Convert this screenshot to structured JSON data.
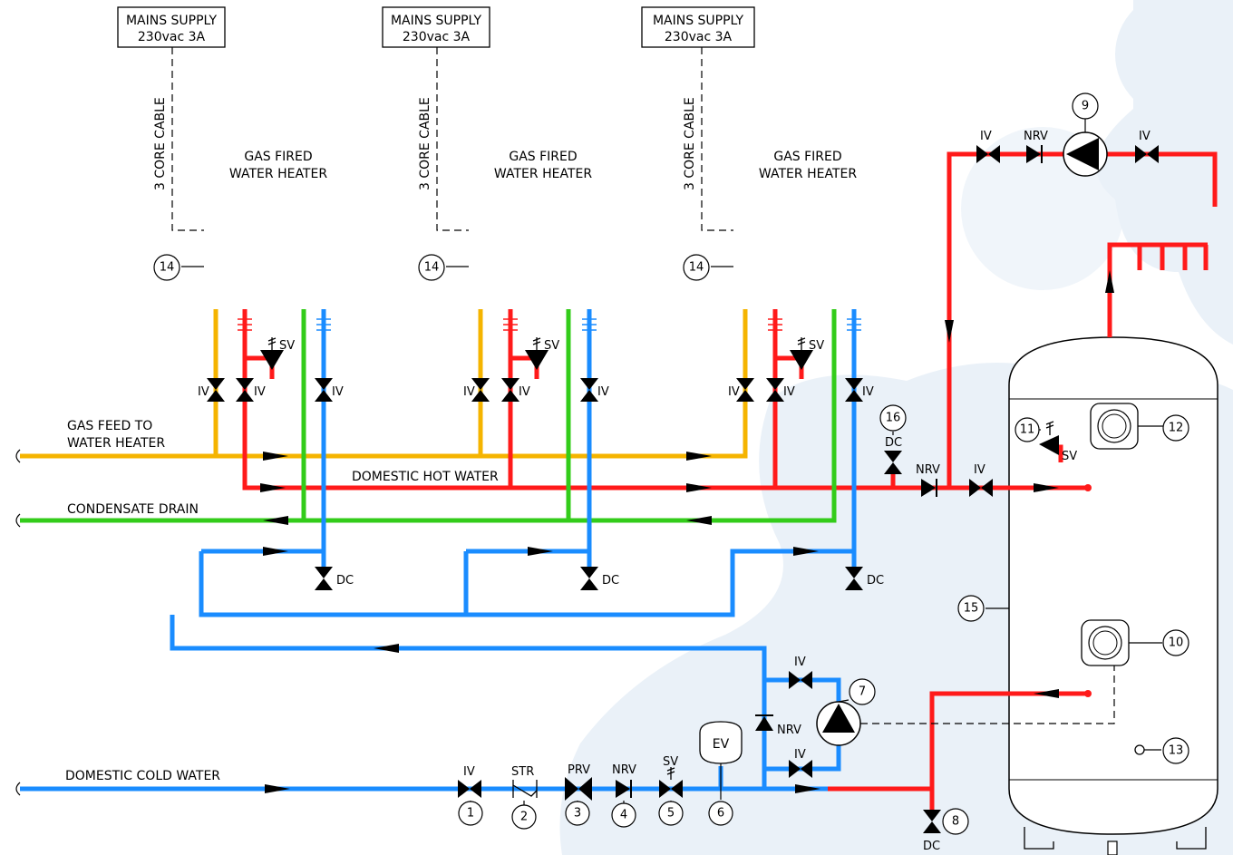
{
  "colors": {
    "gas": "#f5b400",
    "hot": "#ff1a1a",
    "cold": "#1a8cff",
    "drain": "#33cc1a",
    "bg_shape": "#eaf1f8",
    "line": "#000000"
  },
  "heaters": [
    {
      "supply_line1": "MAINS SUPPLY",
      "supply_line2": "230vac  3A",
      "cable": "3 CORE CABLE",
      "title1": "GAS  FIRED",
      "title2": "WATER  HEATER",
      "tag": "14"
    },
    {
      "supply_line1": "MAINS SUPPLY",
      "supply_line2": "230vac  3A",
      "cable": "3 CORE CABLE",
      "title1": "GAS  FIRED",
      "title2": "WATER  HEATER",
      "tag": "14"
    },
    {
      "supply_line1": "MAINS SUPPLY",
      "supply_line2": "230vac  3A",
      "cable": "3 CORE CABLE",
      "title1": "GAS  FIRED",
      "title2": "WATER  HEATER",
      "tag": "14"
    }
  ],
  "lines": {
    "gas_feed_1": "GAS  FEED  TO",
    "gas_feed_2": "WATER  HEATER",
    "domestic_hot": "DOMESTIC  HOT  WATER",
    "condensate": "CONDENSATE  DRAIN",
    "domestic_cold": "DOMESTIC  COLD  WATER"
  },
  "abbr": {
    "iv": "IV",
    "sv": "SV",
    "dc": "DC",
    "nrv": "NRV",
    "str": "STR",
    "prv": "PRV",
    "ev": "EV"
  },
  "tags": {
    "t1": "1",
    "t2": "2",
    "t3": "3",
    "t4": "4",
    "t5": "5",
    "t6": "6",
    "t7": "7",
    "t8": "8",
    "t9": "9",
    "t10": "10",
    "t11": "11",
    "t12": "12",
    "t13": "13",
    "t15": "15",
    "t16": "16"
  }
}
